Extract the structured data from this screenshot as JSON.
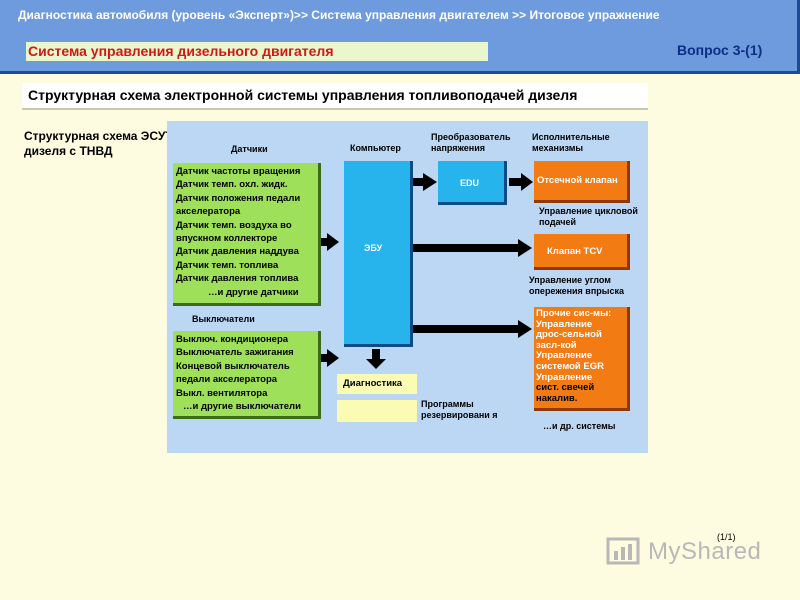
{
  "header": {
    "breadcrumb": "Диагностика автомобиля (уровень «Эксперт»)>> Система управления двигателем >> Итоговое упражнение",
    "title": "Система управления дизельного двигателя",
    "question": "Вопрос 3-(1)"
  },
  "slide_title": "Структурная схема электронной системы управления топливоподачей дизеля",
  "left_label": "Структурная схема ЭСУТ дизеля с ТНВД",
  "diagram": {
    "col_sensors": "Датчики",
    "col_computer": "Компьютер",
    "col_converter": "Преобразователь напряжения",
    "col_actuators": "Исполнительные механизмы",
    "sensors": [
      "Датчик частоты вращения",
      "Датчик темп. охл. жидк.",
      "Датчик положения педали",
      "акселератора",
      "Датчик темп. воздуха во",
      "впускном коллекторе",
      "Датчик давления наддува",
      "Датчик темп. топлива",
      "Датчик давления топлива",
      "…и другие датчики"
    ],
    "switches_heading": "Выключатели",
    "switches": [
      "Выключ. кондиционера",
      "Выключатель зажигания",
      "Концевой выключатель",
      "педали акселератора",
      "Выкл. вентилятора",
      "…и другие выключатели"
    ],
    "ecu_label": "ЭБУ",
    "edu_label": "EDU",
    "diagnostics_label": "Диагностика",
    "backup_label": "Программы резервировани я",
    "actuator_1": "Отсечной клапан",
    "actuator_1_caption": "Управление цикловой подачей",
    "actuator_2": "Клапан TCV",
    "actuator_2_caption": "Управление углом опережения впрыска",
    "actuator_3": [
      "Прочие сис-мы:",
      "Управление",
      "дрос-сельной",
      "засл-кой",
      "Управление",
      "системой EGR",
      "Управление",
      "сист. свечей",
      "накалив."
    ],
    "actuator_3_caption": "…и др. системы"
  },
  "footer": {
    "page": "(1/1)",
    "watermark": "MyShared"
  },
  "colors": {
    "header_bg": "#6e9ade",
    "diagram_bg": "#bcd7f4",
    "sensor_box": "#9fe05a",
    "ecu_box": "#27b3ec",
    "actuator_box": "#f27b14",
    "title_red": "#d01818"
  }
}
